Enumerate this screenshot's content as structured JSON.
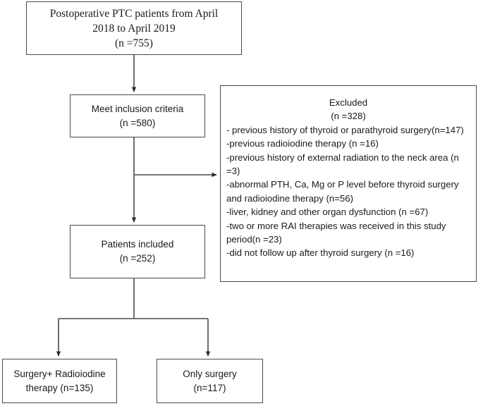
{
  "diagram": {
    "type": "patient-flow-flowchart",
    "orientation": "top-down",
    "stroke_color": "#4a4a4a",
    "background_color": "#ffffff",
    "text_color": "#1a1a1a"
  },
  "nodes": {
    "cohort": {
      "name": "postoperative-ptc-cohort",
      "lines": [
        "Postoperative PTC patients from April",
        "2018 to April 2019",
        "(n =755)"
      ],
      "count": 755
    },
    "inclusion": {
      "name": "meet-inclusion-criteria",
      "lines": [
        "Meet inclusion criteria",
        "(n =580)"
      ],
      "count": 580
    },
    "included": {
      "name": "patients-included",
      "lines": [
        "Patients included",
        "(n =252)"
      ],
      "count": 252
    },
    "rai": {
      "name": "surgery-plus-radioiodine-therapy",
      "lines": [
        "Surgery+ Radioiodine",
        "therapy (n=135)"
      ],
      "count": 135
    },
    "surgery": {
      "name": "only-surgery",
      "lines": [
        "Only surgery",
        "(n=117)"
      ],
      "count": 117
    },
    "excluded": {
      "name": "excluded-patients",
      "header": "Excluded",
      "header_count": "(n =328)",
      "count": 328,
      "reasons": [
        {
          "text": "- previous history of thyroid or parathyroid surgery(n=147)",
          "count": 147
        },
        {
          "text": "-previous radioiodine therapy (n =16)",
          "count": 16
        },
        {
          "text": "-previous history of external radiation to the neck area (n =3)",
          "count": 3
        },
        {
          "text": "-abnormal PTH, Ca, Mg or P level before thyroid surgery and radioiodine therapy (n=56)",
          "count": 56
        },
        {
          "text": "-liver, kidney and other organ dysfunction (n =67)",
          "count": 67
        },
        {
          "text": "-two or more RAI therapies was received in this study period(n =23)",
          "count": 23
        },
        {
          "text": "-did not follow up after thyroid surgery (n =16)",
          "count": 16
        }
      ]
    }
  },
  "edges": [
    {
      "name": "cohort-to-inclusion",
      "from": "cohort",
      "to": "inclusion",
      "style": "arrow-down"
    },
    {
      "name": "inclusion-to-excluded",
      "from": "inclusion",
      "to": "excluded",
      "style": "elbow-arrow-right"
    },
    {
      "name": "inclusion-to-included",
      "from": "inclusion",
      "to": "included",
      "style": "arrow-down"
    },
    {
      "name": "included-to-rai",
      "from": "included",
      "to": "rai",
      "style": "split-arrow-down-left"
    },
    {
      "name": "included-to-surgery",
      "from": "included",
      "to": "surgery",
      "style": "split-arrow-down-right"
    }
  ]
}
